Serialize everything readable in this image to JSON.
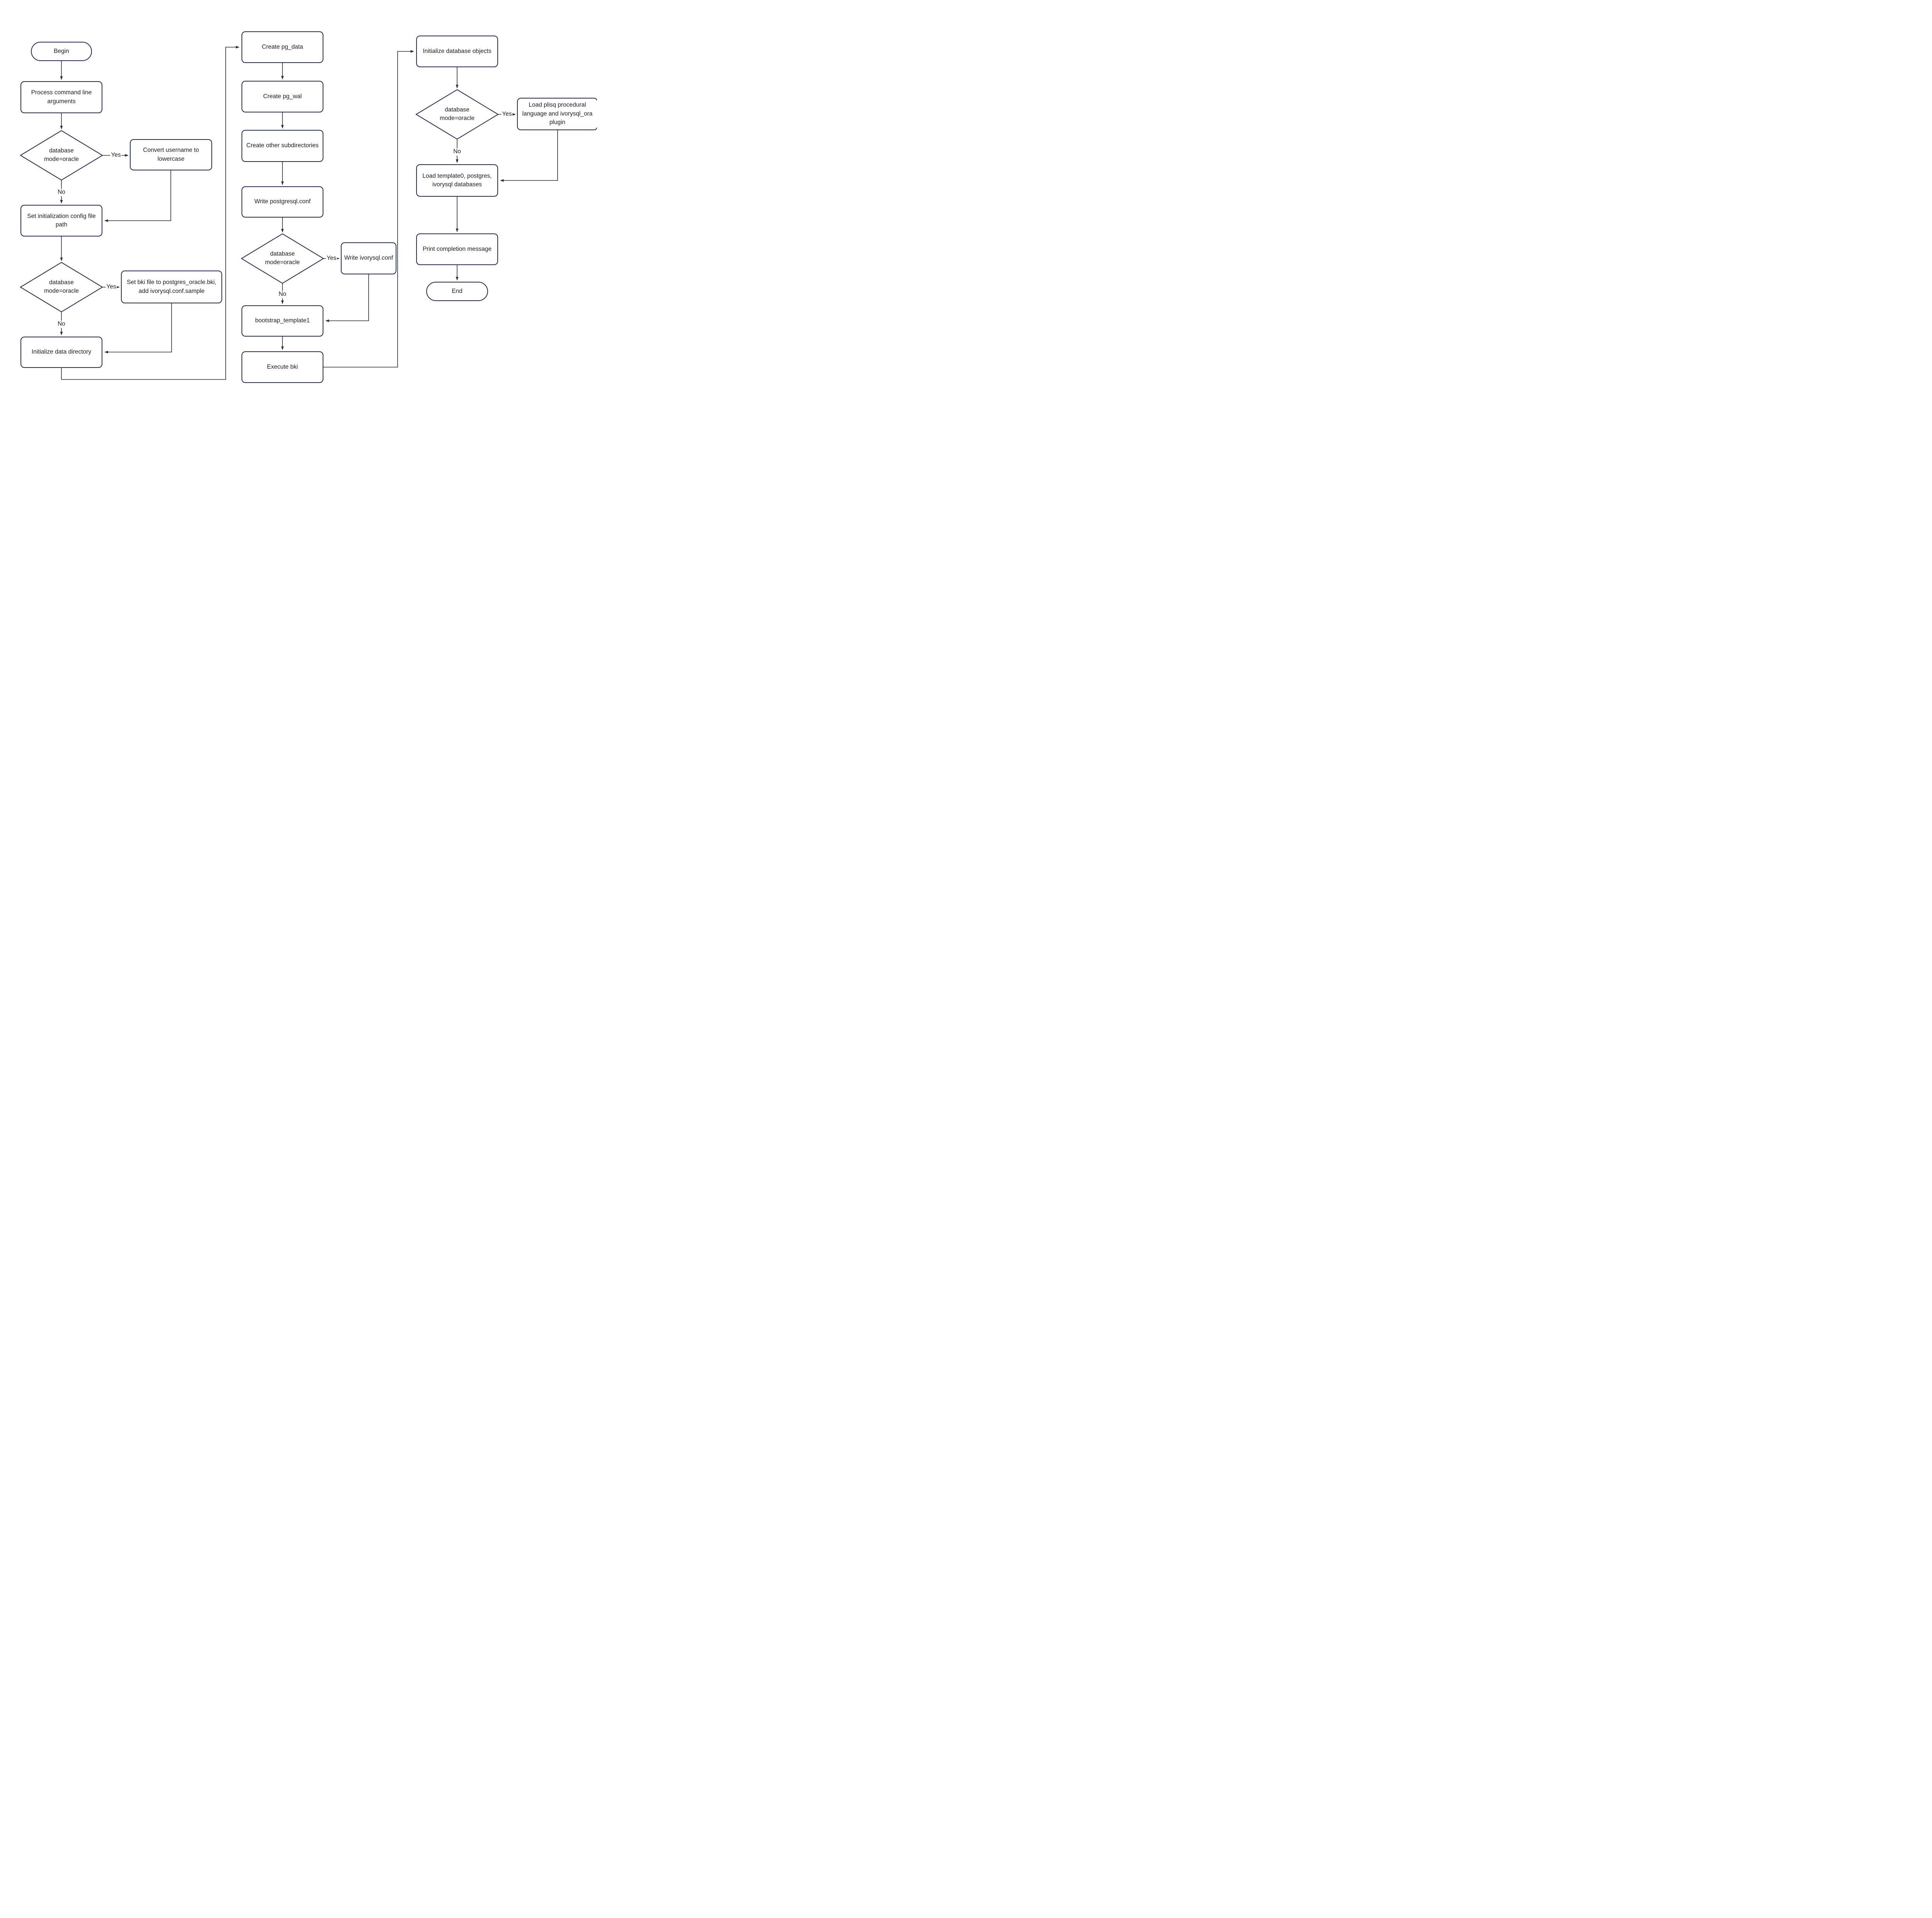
{
  "colors": {
    "node_border": "#232c52",
    "connector": "#2b2b2b",
    "text": "#1c1c1c",
    "node_fill": "#ffffff",
    "canvas_background": "#ffffff"
  },
  "nodes": {
    "begin": {
      "label": "Begin",
      "type": "terminal"
    },
    "process_args": {
      "label": "Process command line arguments",
      "type": "process"
    },
    "decision1": {
      "label": "database\nmode=oracle",
      "type": "decision"
    },
    "convert_username": {
      "label": "Convert username to lowercase",
      "type": "process"
    },
    "set_config_path": {
      "label": "Set initialization config file path",
      "type": "process"
    },
    "decision2": {
      "label": "database\nmode=oracle",
      "type": "decision"
    },
    "set_bki_file": {
      "label": "Set bki file to postgres_oracle.bki, add ivorysql.conf.sample",
      "type": "process"
    },
    "init_data_dir": {
      "label": "Initialize data directory",
      "type": "process"
    },
    "create_pg_data": {
      "label": "Create pg_data",
      "type": "process"
    },
    "create_pg_wal": {
      "label": "Create pg_wal",
      "type": "process"
    },
    "create_other_subdirs": {
      "label": "Create other subdirectories",
      "type": "process"
    },
    "write_postgresql_conf": {
      "label": "Write postgresql.conf",
      "type": "process"
    },
    "decision3": {
      "label": "database\nmode=oracle",
      "type": "decision"
    },
    "write_ivorysql_conf": {
      "label": "Write ivorysql.conf",
      "type": "process"
    },
    "bootstrap_template1": {
      "label": "bootstrap_template1",
      "type": "process"
    },
    "execute_bki": {
      "label": "Execute bki",
      "type": "process"
    },
    "init_db_objects": {
      "label": "Initialize database objects",
      "type": "process"
    },
    "decision4": {
      "label": "database\nmode=oracle",
      "type": "decision"
    },
    "load_plsql_plugin": {
      "label": "Load plisq procedural language and ivorysql_ora plugin",
      "type": "process"
    },
    "load_databases": {
      "label": "Load template0, postgres, ivorysql databases",
      "type": "process"
    },
    "print_completion": {
      "label": "Print completion message",
      "type": "process"
    },
    "end": {
      "label": "End",
      "type": "terminal"
    }
  },
  "edge_labels": {
    "decision1_yes": "Yes",
    "decision1_no": "No",
    "decision2_yes": "Yes",
    "decision2_no": "No",
    "decision3_yes": "Yes",
    "decision3_no": "No",
    "decision4_yes": "Yes",
    "decision4_no": "No"
  }
}
